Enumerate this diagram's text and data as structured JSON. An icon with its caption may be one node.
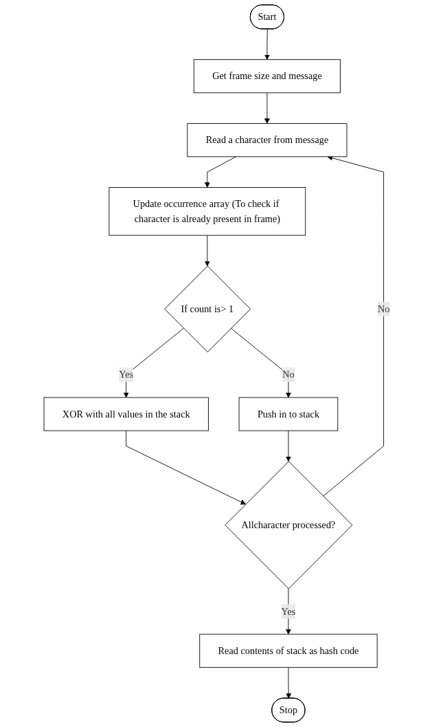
{
  "diagram": {
    "nodes": [
      {
        "text": [
          "Start"
        ]
      },
      {
        "text": [
          "Get frame size and message"
        ]
      },
      {
        "text": [
          "Read a character from message"
        ]
      },
      {
        "text": [
          "Update occurrence array (To check if character is already present in frame)"
        ]
      },
      {
        "text": [
          "If count is> 1"
        ]
      },
      {
        "text": [
          "Push in to stack"
        ]
      },
      {
        "text": [
          "XOR with all values in the stack"
        ]
      },
      {
        "text": [
          "Allcharacter processed?"
        ]
      },
      {
        "text": [
          "Read contents of stack as hash code"
        ]
      },
      {
        "text": [
          "Stop"
        ]
      }
    ],
    "edges": [
      {
        "from": 0,
        "to": 1,
        "arrow": "to"
      },
      {
        "from": 1,
        "to": 2,
        "arrow": "to"
      },
      {
        "from": 2,
        "to": 3,
        "arrow": "to"
      },
      {
        "from": 3,
        "to": 4,
        "arrow": "to"
      },
      {
        "from": 4,
        "to": 5,
        "arrow": "to",
        "label": "No"
      },
      {
        "from": 4,
        "to": 6,
        "arrow": "to",
        "label": "Yes"
      },
      {
        "from": 6,
        "to": 7,
        "arrow": "to"
      },
      {
        "from": 5,
        "to": 7,
        "arrow": "to"
      },
      {
        "from": 7,
        "to": 2,
        "arrow": "to",
        "label": "No"
      },
      {
        "from": 7,
        "to": 8,
        "arrow": "to",
        "label": "Yes"
      },
      {
        "from": 8,
        "to": 9,
        "arrow": "to"
      }
    ]
  }
}
